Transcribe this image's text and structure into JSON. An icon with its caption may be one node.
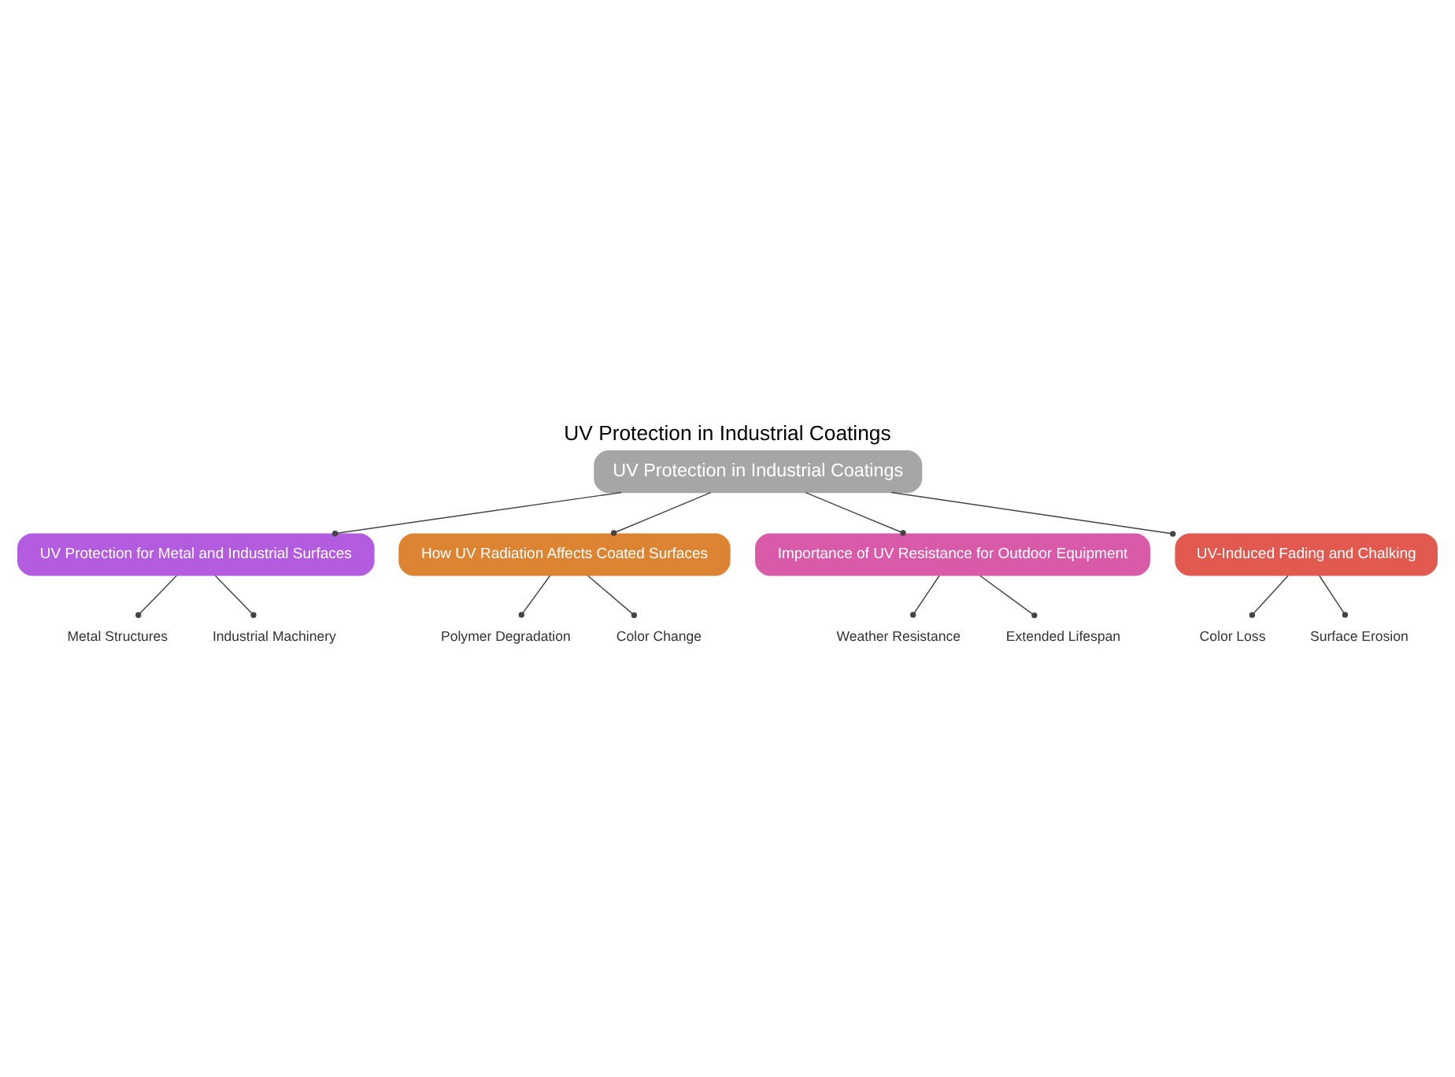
{
  "diagram": {
    "title": "UV Protection in Industrial Coatings",
    "nodes": [
      {
        "text": [
          "UV Protection in Industrial Coatings"
        ]
      },
      {
        "text": [
          "UV Protection for Metal and Industrial Surfaces"
        ]
      },
      {
        "text": [
          "Metal Structures"
        ]
      },
      {
        "text": [
          "Industrial Machinery"
        ]
      },
      {
        "text": [
          "How UV Radiation Affects Coated Surfaces"
        ]
      },
      {
        "text": [
          "Polymer Degradation"
        ]
      },
      {
        "text": [
          "Color Change"
        ]
      },
      {
        "text": [
          "Importance of UV Resistance for Outdoor Equipment"
        ]
      },
      {
        "text": [
          "Weather Resistance"
        ]
      },
      {
        "text": [
          "Extended Lifespan"
        ]
      },
      {
        "text": [
          "UV-Induced Fading and Chalking"
        ]
      },
      {
        "text": [
          "Color Loss"
        ]
      },
      {
        "text": [
          "Surface Erosion"
        ]
      }
    ],
    "edges": [
      {
        "from": 0,
        "to": 1,
        "arrow": "other"
      },
      {
        "from": 1,
        "to": 2,
        "arrow": "other"
      },
      {
        "from": 1,
        "to": 3,
        "arrow": "other"
      },
      {
        "from": 0,
        "to": 4,
        "arrow": "other"
      },
      {
        "from": 4,
        "to": 5,
        "arrow": "other"
      },
      {
        "from": 4,
        "to": 6,
        "arrow": "other"
      },
      {
        "from": 0,
        "to": 7,
        "arrow": "other"
      },
      {
        "from": 7,
        "to": 8,
        "arrow": "other"
      },
      {
        "from": 7,
        "to": 9,
        "arrow": "other"
      },
      {
        "from": 0,
        "to": 10,
        "arrow": "other"
      },
      {
        "from": 10,
        "to": 11,
        "arrow": "other"
      },
      {
        "from": 10,
        "to": 12,
        "arrow": "other"
      }
    ]
  }
}
